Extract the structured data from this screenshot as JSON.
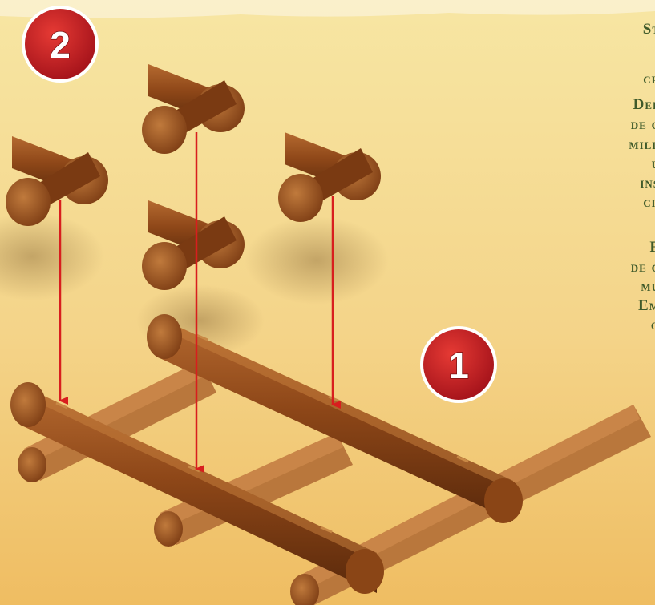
{
  "badges": {
    "step_two": "2",
    "step_one": "1"
  },
  "side_text": {
    "lines": [
      "St",
      "cr",
      "Def",
      "de c",
      "mill",
      "u",
      "ins",
      "cr",
      "F",
      "de c",
      "mu",
      "Em",
      "q"
    ]
  },
  "colors": {
    "background_top": "#f6e49a",
    "background_bottom": "#f1c46b",
    "log": "#9a4f1d",
    "log_dark": "#5e2b0c",
    "log_end": "#b46a30",
    "arrow": "#d81e1e",
    "badge": "#c8191e",
    "text": "#3f5a2a"
  },
  "icons": [
    "log-piece-icon",
    "down-arrow-icon"
  ]
}
